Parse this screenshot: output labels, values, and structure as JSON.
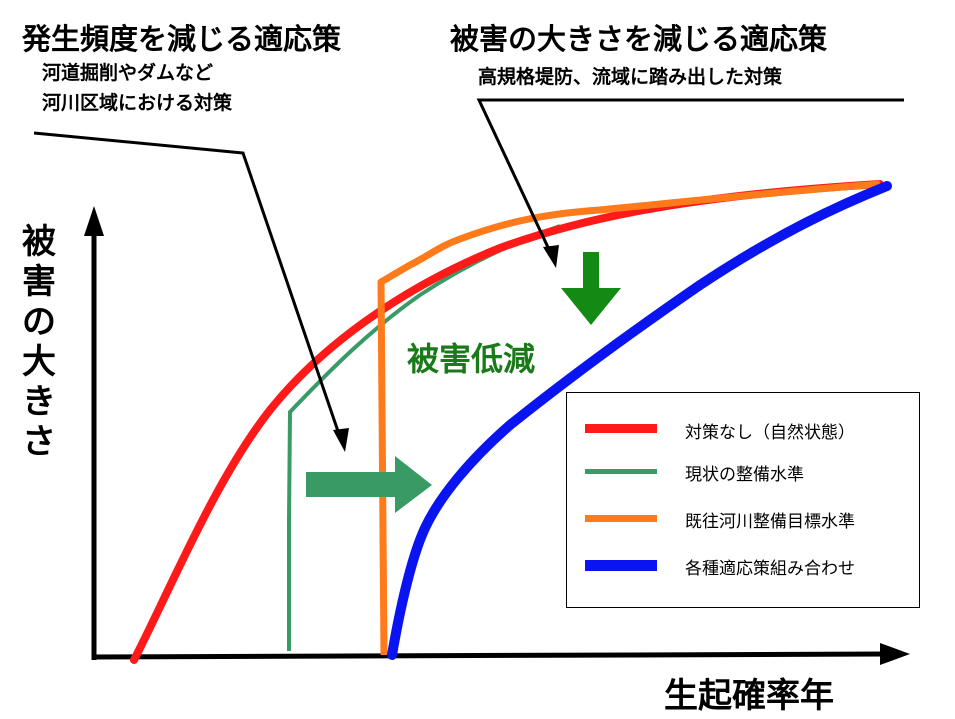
{
  "titles": {
    "left_title": "発生頻度を減じる適応策",
    "left_sub1": "河道掘削やダムなど",
    "left_sub2": "河川区域における対策",
    "right_title": "被害の大きさを減じる適応策",
    "right_sub": "高規格堤防、流域に踏み出した対策"
  },
  "axes": {
    "ylabel_chars": [
      "被",
      "害",
      "の",
      "大",
      "き",
      "さ"
    ],
    "xlabel": "生起確率年"
  },
  "annotation": {
    "reduction_label": "被害低減"
  },
  "legend": {
    "items": [
      {
        "label": "対策なし（自然状態）",
        "color": "#ff1a1a"
      },
      {
        "label": "現状の整備水準",
        "color": "#3a9a66"
      },
      {
        "label": "既往河川整備目標水準",
        "color": "#ff7a1a"
      },
      {
        "label": "各種適応策組み合わせ",
        "color": "#0a14f0"
      }
    ]
  },
  "colors": {
    "red": "#ff1a1a",
    "green": "#3a9a66",
    "orange": "#ff7a1a",
    "blue": "#0a14f0",
    "dark_green_arrow": "#138a13",
    "label_green": "#1a7a1a"
  }
}
